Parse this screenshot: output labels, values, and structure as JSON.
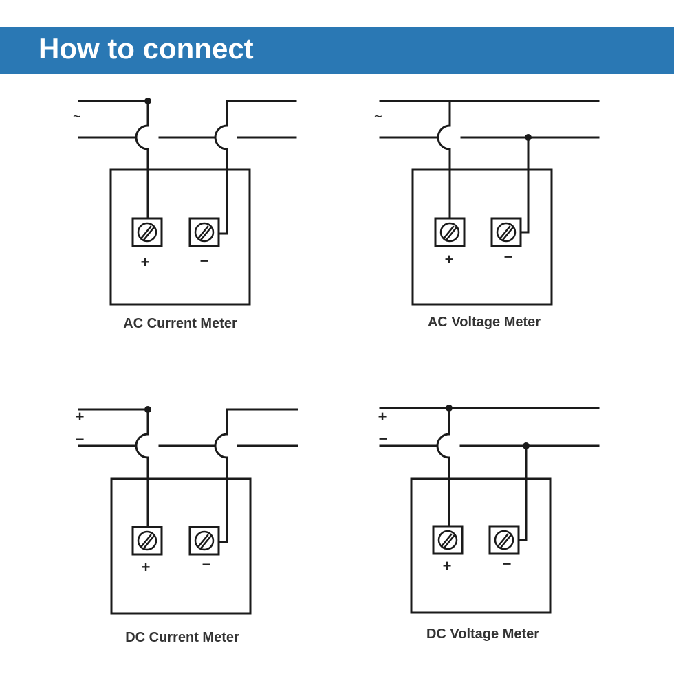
{
  "header": {
    "title": "How to connect",
    "banner_color": "#2a78b4"
  },
  "diagrams": [
    {
      "name": "ac-current",
      "title": "AC Current Meter",
      "supply": [
        "~"
      ],
      "terminals": [
        "+",
        "−"
      ]
    },
    {
      "name": "ac-voltage",
      "title": "AC Voltage Meter",
      "supply": [
        "~"
      ],
      "terminals": [
        "+",
        "−"
      ]
    },
    {
      "name": "dc-current",
      "title": "DC Current Meter",
      "supply": [
        "+",
        "−"
      ],
      "terminals": [
        "+",
        "−"
      ]
    },
    {
      "name": "dc-voltage",
      "title": "DC Voltage Meter",
      "supply": [
        "+",
        "−"
      ],
      "terminals": [
        "+",
        "−"
      ]
    }
  ]
}
